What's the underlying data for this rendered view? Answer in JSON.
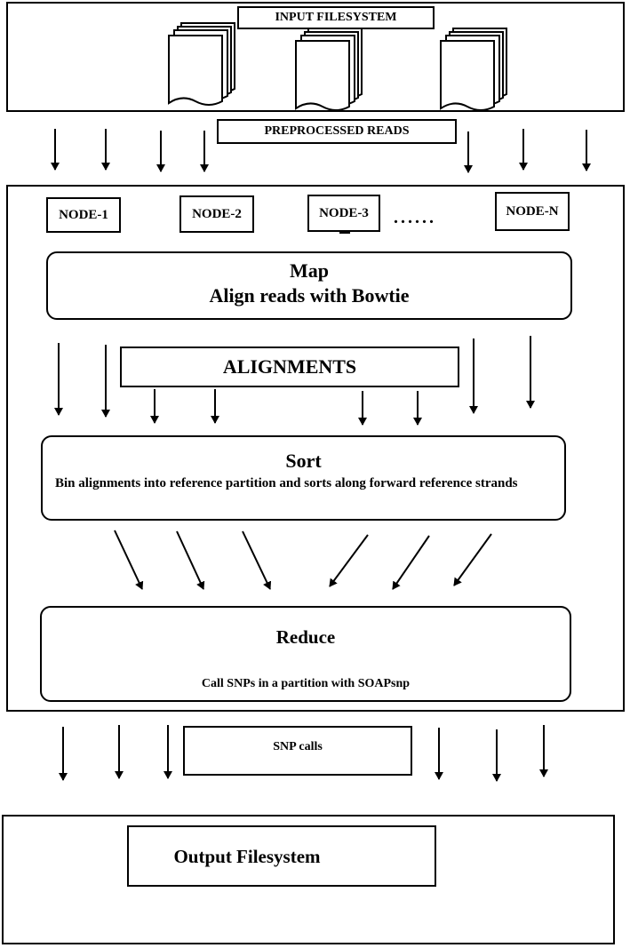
{
  "input": {
    "label": "INPUT FILESYSTEM"
  },
  "preprocessed": {
    "label": "PREPROCESSED READS"
  },
  "nodes": [
    "NODE-1",
    "NODE-2",
    "NODE-3",
    "NODE-N"
  ],
  "ellipsis": "......",
  "map": {
    "title": "Map",
    "subtitle": "Align reads with Bowtie"
  },
  "alignments": {
    "label": "ALIGNMENTS"
  },
  "sort": {
    "title": "Sort",
    "description": "Bin alignments into reference partition and sorts along forward reference strands"
  },
  "reduce": {
    "title": "Reduce",
    "description": "Call SNPs in a partition with SOAPsnp"
  },
  "snp_calls": {
    "label": "SNP calls"
  },
  "output": {
    "label": "Output Filesystem"
  }
}
